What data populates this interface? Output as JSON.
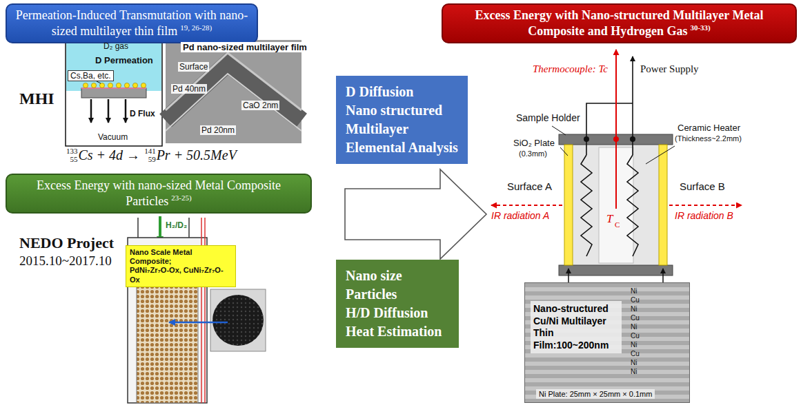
{
  "diagram": {
    "nodes": [
      {
        "text": [
          "Permeation-Induced Transmutation with nano-sized multilayer thin film",
          "19, 26-28)"
        ]
      },
      {
        "text": [
          "D Diffusion",
          "Nano structured",
          "Multilayer",
          "Elemental Analysis"
        ]
      },
      {
        "text": [
          "Excess Energy with nano-sized Metal Composite Particles",
          "23-25)"
        ]
      },
      {
        "text": [
          "Nano size Particles",
          "H/D Diffusion",
          "Heat Estimation"
        ]
      },
      {
        "text": [
          "Excess Energy with Nano-structured Multilayer Metal Composite and Hydrogen Gas",
          "30-33)"
        ]
      },
      {
        "text": [
          "Nano Scale Metal Composite;",
          "PdNi₇Zr₇O-Ox, CuNi₇Zr₇O-Ox"
        ]
      },
      {
        "text": [
          "Nano-structured Cu/Ni Multilayer Thin Film:100~200nm",
          "Ni Plate: 25mm × 25mm × 0.1mm"
        ]
      }
    ],
    "labels": [
      "MHI",
      "D₂ gas",
      "D Permeation",
      "Cs,Ba, etc.",
      "D Flux",
      "Vacuum",
      "Pd nano-sized multilayer film",
      "Surface",
      "Pd 40nm",
      "CaO 2nm",
      "Pd 20nm",
      "133",
      "55",
      "Cs + 4d →",
      "141",
      "59",
      "Pr + 50.5MeV",
      "NEDO Project",
      "2015.10~2017.10",
      "H₂/D₂",
      "Thermocouple: Tc",
      "Power Supply",
      "Sample Holder",
      "SiO₂ Plate",
      "(0.3mm)",
      "Ceramic Heater",
      "(Thickness~2.2mm)",
      "Surface A",
      "Surface B",
      "IR radiation A",
      "IR radiation B",
      "T",
      "C",
      "Ni",
      "Cu",
      "Ni",
      "Cu",
      "Ni",
      "Cu",
      "Ni",
      "Cu",
      "Ni",
      "Ni"
    ]
  }
}
